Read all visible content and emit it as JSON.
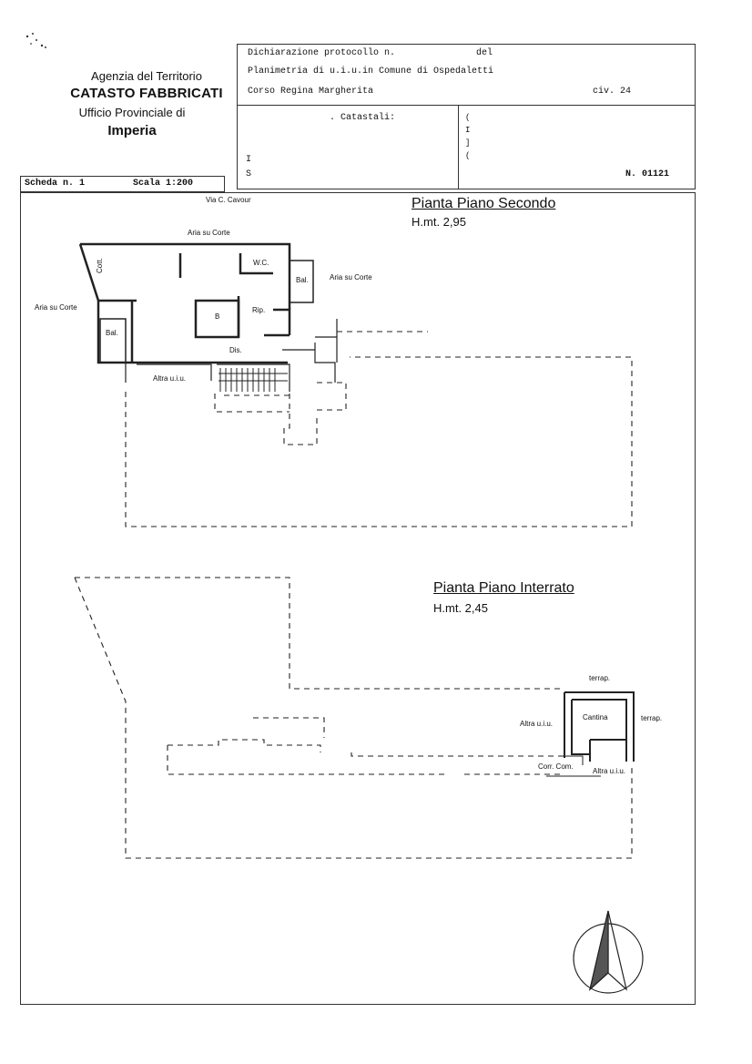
{
  "agency": {
    "line1": "Agenzia del Territorio",
    "line2": "CATASTO FABBRICATI",
    "line3": "Ufficio Provinciale di",
    "line4": "Imperia"
  },
  "header": {
    "protocol_label": "Dichiarazione protocollo n.",
    "del_label": "del",
    "planimetria": "Planimetria di u.i.u.in Comune di Ospedaletti",
    "address": "Corso Regina Margherita",
    "civ": "civ. 24",
    "catastali": ". Catastali:",
    "left_i": "I",
    "left_s": "S",
    "mid_marks": "(\nI\n]\n(",
    "number": "N. 01121"
  },
  "scheda": {
    "label": "Scheda n. 1",
    "scale": "Scala 1:200"
  },
  "plan_second": {
    "title": "Pianta Piano Secondo",
    "height": "H.mt. 2,95",
    "street": "Via C. Cavour",
    "labels": {
      "aria_top": "Aria su Corte",
      "aria_left": "Aria su Corte",
      "aria_right": "Aria su Corte",
      "cott": "Cott.",
      "wc": "W.C.",
      "bal_right": "Bal.",
      "bal_left": "Bal.",
      "b": "B",
      "rip": "Rip.",
      "dis": "Dis.",
      "altra": "Altra u.i.u."
    }
  },
  "plan_basement": {
    "title": "Pianta Piano Interrato",
    "height": "H.mt. 2,45",
    "labels": {
      "terrap_top": "terrap.",
      "terrap_right": "terrap.",
      "cantina": "Cantina",
      "altra_left": "Altra u.i.u.",
      "corr": "Corr. Com.",
      "altra_bottom": "Altra u.i.u."
    }
  }
}
